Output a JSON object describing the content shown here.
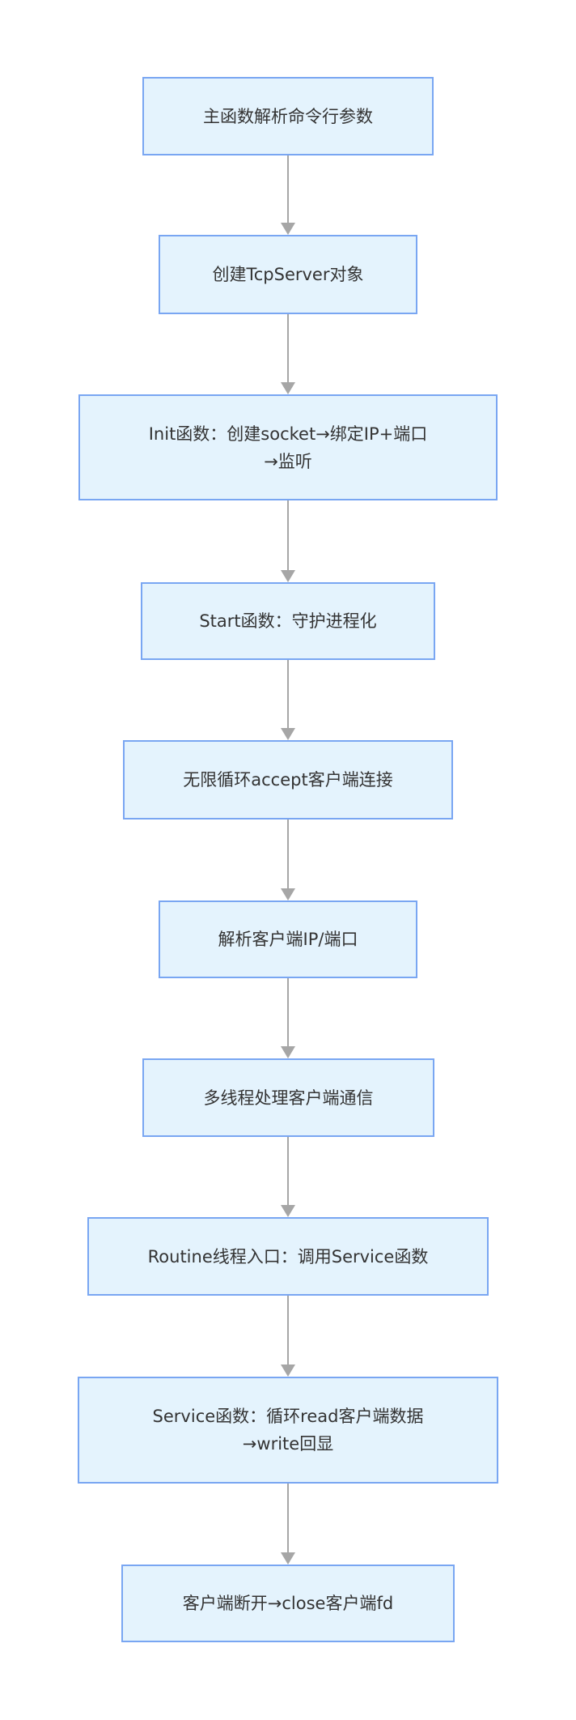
{
  "diagram": {
    "type": "flowchart",
    "direction": "top-down",
    "colors": {
      "background": "#ffffff",
      "node_fill": "#e4f3fd",
      "node_border": "#79a6f2",
      "arrow": "#a6a6a6",
      "text": "#333333"
    },
    "nodes": [
      {
        "id": "parse-args",
        "lines": [
          "主函数解析命令行参数"
        ]
      },
      {
        "id": "create-tcpserver",
        "lines": [
          "创建TcpServer对象"
        ]
      },
      {
        "id": "init-socket",
        "lines": [
          "Init函数：创建socket→绑定IP+端口",
          "→监听"
        ]
      },
      {
        "id": "start-daemon",
        "lines": [
          "Start函数：守护进程化"
        ]
      },
      {
        "id": "accept-loop",
        "lines": [
          "无限循环accept客户端连接"
        ]
      },
      {
        "id": "parse-client",
        "lines": [
          "解析客户端IP/端口"
        ]
      },
      {
        "id": "multithread",
        "lines": [
          "多线程处理客户端通信"
        ]
      },
      {
        "id": "routine-entry",
        "lines": [
          "Routine线程入口：调用Service函数"
        ]
      },
      {
        "id": "service-echo",
        "lines": [
          "Service函数：循环read客户端数据",
          "→write回显"
        ]
      },
      {
        "id": "close-client",
        "lines": [
          "客户端断开→close客户端fd"
        ]
      }
    ],
    "edges": [
      {
        "from": "parse-args",
        "to": "create-tcpserver"
      },
      {
        "from": "create-tcpserver",
        "to": "init-socket"
      },
      {
        "from": "init-socket",
        "to": "start-daemon"
      },
      {
        "from": "start-daemon",
        "to": "accept-loop"
      },
      {
        "from": "accept-loop",
        "to": "parse-client"
      },
      {
        "from": "parse-client",
        "to": "multithread"
      },
      {
        "from": "multithread",
        "to": "routine-entry"
      },
      {
        "from": "routine-entry",
        "to": "service-echo"
      },
      {
        "from": "service-echo",
        "to": "close-client"
      }
    ]
  }
}
